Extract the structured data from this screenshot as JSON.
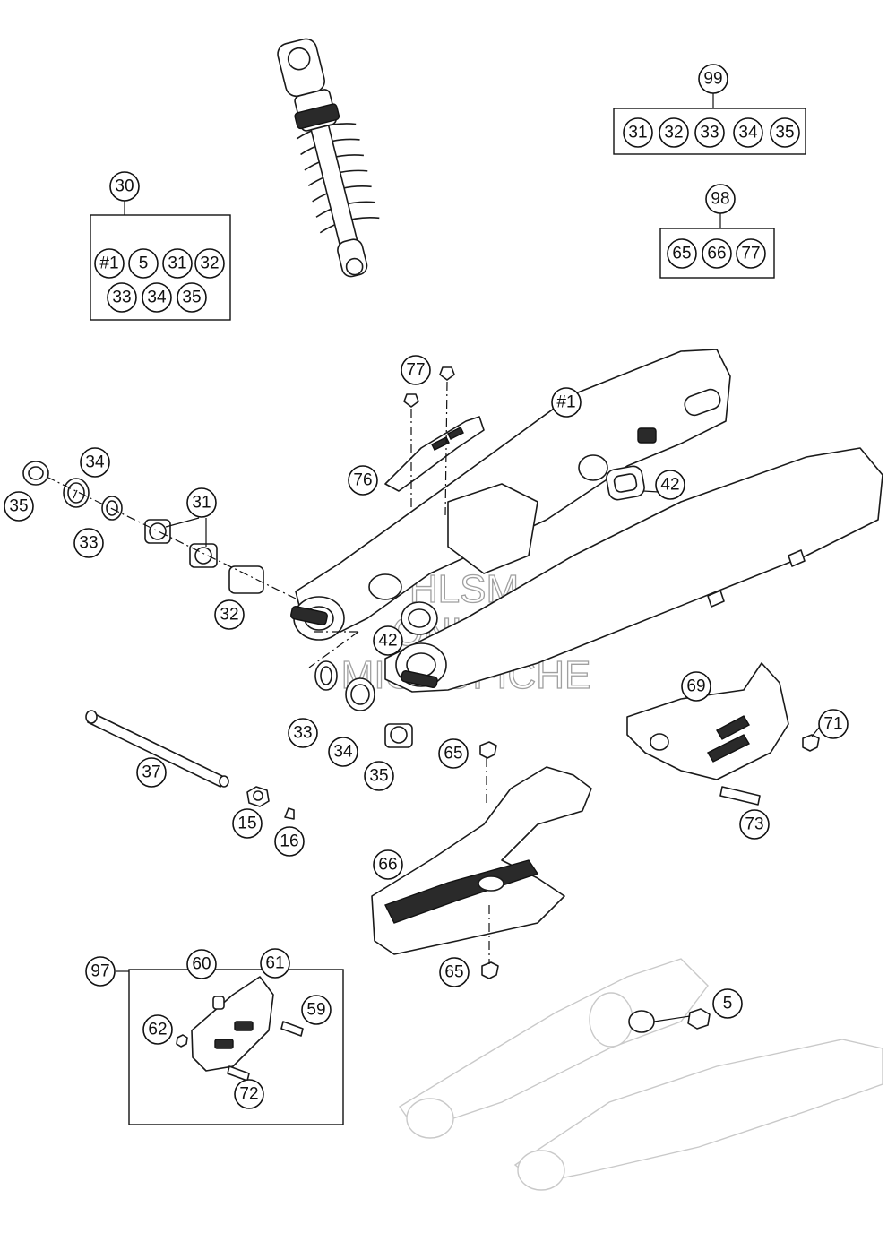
{
  "watermark": {
    "line1": "HLSM",
    "line2": "ONLINE",
    "line3": "MICROFICHE"
  },
  "kits": [
    {
      "label": "30",
      "contents": [
        "#1",
        "5",
        "31",
        "32",
        "33",
        "34",
        "35"
      ]
    },
    {
      "label": "99",
      "contents": [
        "31",
        "32",
        "33",
        "34",
        "35"
      ]
    },
    {
      "label": "98",
      "contents": [
        "65",
        "66",
        "77"
      ]
    },
    {
      "label": "97"
    }
  ],
  "callouts": [
    "#1",
    "77",
    "76",
    "42",
    "42",
    "34",
    "35",
    "33",
    "31",
    "32",
    "33",
    "34",
    "35",
    "37",
    "15",
    "16",
    "65",
    "66",
    "65",
    "69",
    "71",
    "73",
    "60",
    "61",
    "59",
    "62",
    "72",
    "5"
  ]
}
